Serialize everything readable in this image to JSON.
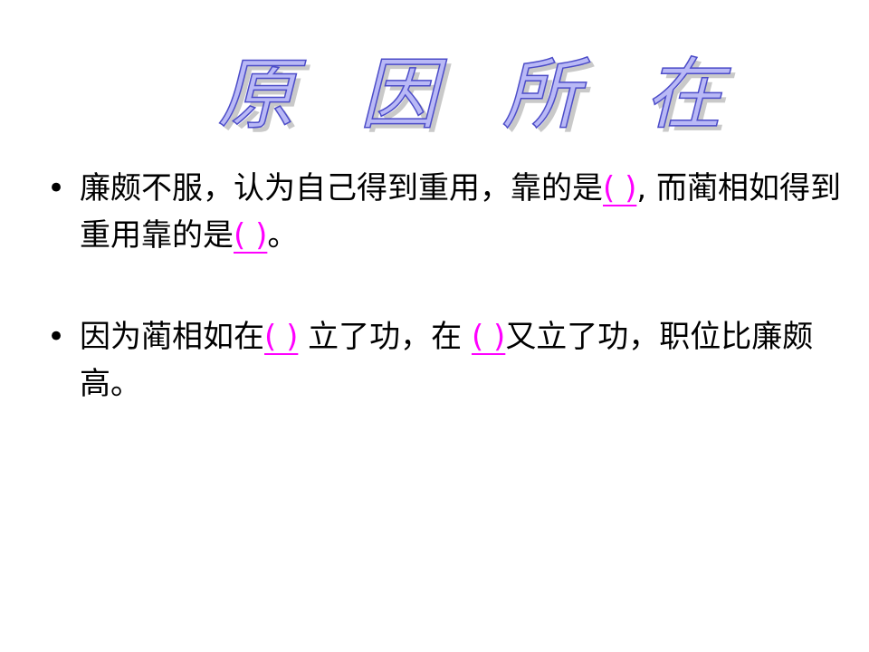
{
  "title": "原 因 所 在",
  "bullet_symbol": "•",
  "items": [
    {
      "text_1": "廉颇不服，认为自己得到重用，靠的是",
      "blank_1": "(          )",
      "text_2": ", 而蔺相如得到重用靠的是",
      "blank_2": "(         )",
      "text_3": "。"
    },
    {
      "text_1": "因为蔺相如在",
      "blank_1": "(          )",
      "text_2": " 立了功，在 ",
      "blank_2": "(          )",
      "text_3": "又立了功，职位比廉颇高。"
    }
  ],
  "colors": {
    "title_fill": "#b9b9f6",
    "title_outline": "#4c4cc8",
    "blank": "#ff00ff",
    "text": "#000000"
  }
}
